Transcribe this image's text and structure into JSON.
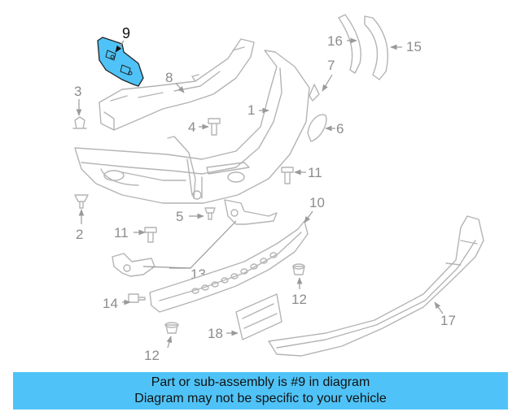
{
  "diagram": {
    "highlight_color": "#4fc3f7",
    "callouts": [
      "9",
      "8",
      "3",
      "4",
      "1",
      "16",
      "15",
      "7",
      "6",
      "11",
      "2",
      "5",
      "10",
      "11",
      "13",
      "12",
      "14",
      "17",
      "18",
      "12"
    ]
  },
  "banner": {
    "line1": "Part or sub-assembly is #9 in diagram",
    "line2": "Diagram may not be specific to your vehicle",
    "background": "#4fc3f7"
  }
}
